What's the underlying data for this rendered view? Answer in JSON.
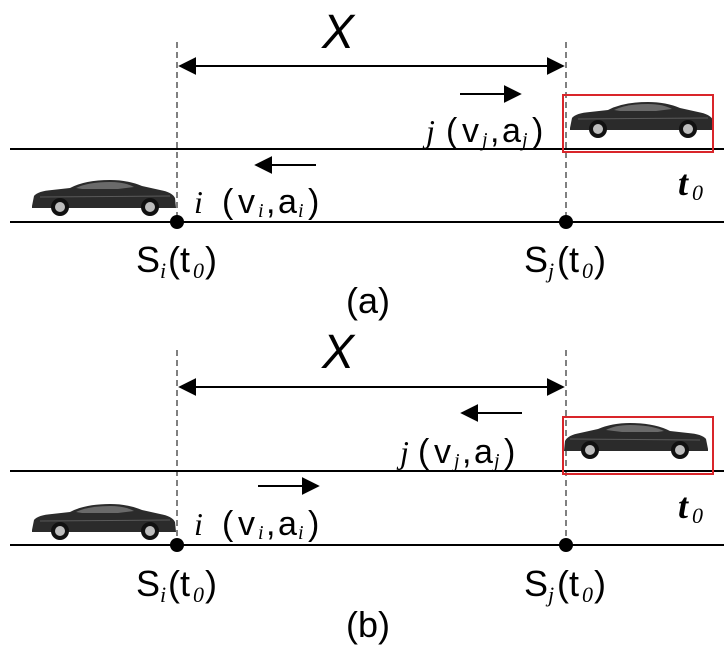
{
  "panels": [
    {
      "caption": "(a)",
      "distance_label": "X",
      "time_label": "t",
      "time_sub": "0",
      "vehicle_j": {
        "id": "j",
        "v": "v",
        "a": "a",
        "sub": "j",
        "arrow": "right"
      },
      "vehicle_i": {
        "id": "i",
        "v": "v",
        "a": "a",
        "sub": "i",
        "arrow": "left"
      },
      "position_i": {
        "s": "S",
        "sub": "i",
        "t": "t",
        "tsub": "0"
      },
      "position_j": {
        "s": "S",
        "sub": "j",
        "t": "t",
        "tsub": "0"
      }
    },
    {
      "caption": "(b)",
      "distance_label": "X",
      "time_label": "t",
      "time_sub": "0",
      "vehicle_j": {
        "id": "j",
        "v": "v",
        "a": "a",
        "sub": "j",
        "arrow": "left"
      },
      "vehicle_i": {
        "id": "i",
        "v": "v",
        "a": "a",
        "sub": "i",
        "arrow": "right"
      },
      "position_i": {
        "s": "S",
        "sub": "i",
        "t": "t",
        "tsub": "0"
      },
      "position_j": {
        "s": "S",
        "sub": "j",
        "t": "t",
        "tsub": "0"
      }
    }
  ],
  "colors": {
    "highlight": "#d9252a",
    "car_body": "#2b2b2b",
    "line": "#000000"
  }
}
